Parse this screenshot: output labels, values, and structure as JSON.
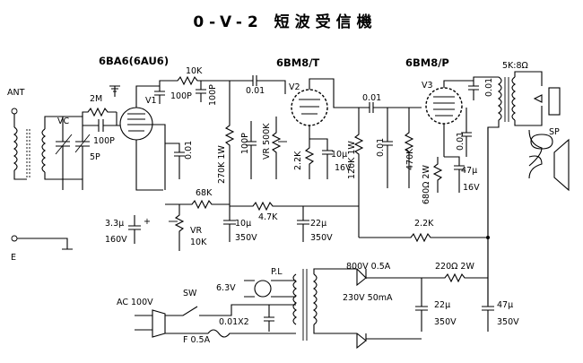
{
  "title": "0-V-2 短波受信機",
  "tubes": {
    "v1_type": "6BA6(6AU6)",
    "v2_type": "6BM8/T",
    "v3_type": "6BM8/P",
    "v1": "V1",
    "v2": "V2",
    "v3": "V3"
  },
  "labels": {
    "ant": "ANT",
    "earth": "E",
    "vc": "VC",
    "r_2m": "2M",
    "c_100p_grid": "100P",
    "c_5p": "5P",
    "r_10k_top": "10K",
    "c_100p_a": "100P",
    "c_100p_b": "100P",
    "c_001_v1": "0.01",
    "c_001_top": "0.01",
    "r_270k": "270K 1W",
    "c_100p_c": "100P",
    "vr_500k": "VR 500K",
    "r_22k_cath": "2.2K",
    "c_10u_cath": "10μ",
    "v_16v_a": "16V",
    "c_001_coupling": "0.01",
    "r_120k": "120K 1W",
    "c_001_mid": "0.01",
    "r_470k": "470K",
    "r_680": "680Ω 2W",
    "c_47u_cath": "47μ",
    "v_16v_b": "16V",
    "c_001_out": "0.01",
    "c_001_out2": "0.01",
    "out_trans": "5K:8Ω",
    "sp": "SP",
    "c_33u": "3.3μ",
    "v_160v": "160V",
    "vr_10k_a": "VR",
    "vr_10k_b": "10K",
    "r_68k": "68K",
    "r_47k": "4.7K",
    "c_10u_b": "10μ",
    "v_350v_a": "350V",
    "c_22u_a": "22μ",
    "v_350v_b": "350V",
    "r_22k_fb": "2.2K",
    "pl": "P.L",
    "v_63": "6.3V",
    "v_800": "800V 0.5A",
    "r_220": "220Ω 2W",
    "v_230": "230V 50mA",
    "ac": "AC 100V",
    "sw": "SW",
    "c_001x2": "0.01X2",
    "fuse": "F 0.5A",
    "c_22u_b": "22μ",
    "v_350v_c": "350V",
    "c_47u_b": "47μ",
    "v_350v_d": "350V",
    "plus": "+"
  }
}
